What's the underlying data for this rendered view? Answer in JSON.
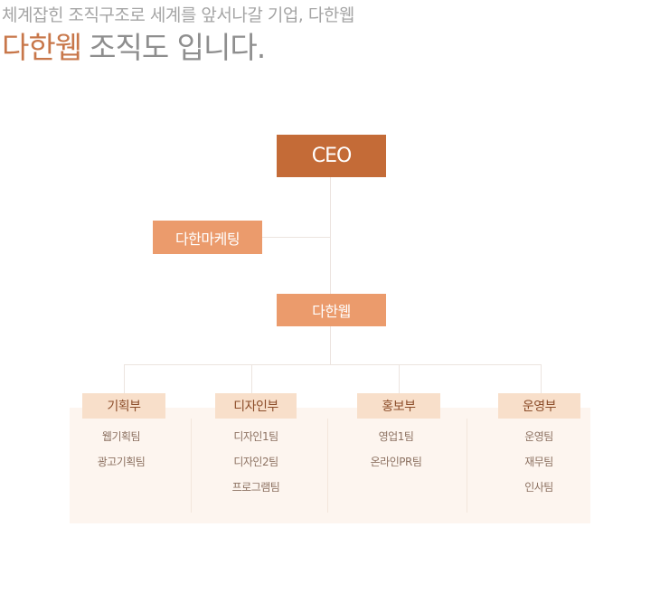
{
  "header": {
    "subtitle": "체계잡힌 조직구조로 세계를 앞서나갈 기업, 다한웹",
    "title_brand": "다한웹",
    "title_rest": "조직도 입니다."
  },
  "org": {
    "ceo": "CEO",
    "marketing": "다한마케팅",
    "company": "다한웹",
    "departments": [
      {
        "name": "기획부",
        "teams": [
          "웹기획팀",
          "광고기획팀"
        ]
      },
      {
        "name": "디자인부",
        "teams": [
          "디자인1팀",
          "디자인2팀",
          "프로그램팀"
        ]
      },
      {
        "name": "홍보부",
        "teams": [
          "영업1팀",
          "온라인PR팀"
        ]
      },
      {
        "name": "운영부",
        "teams": [
          "운영팀",
          "재무팀",
          "인사팀"
        ]
      }
    ]
  },
  "colors": {
    "ceo_box": "#c46b37",
    "mid_box": "#eb9b6c",
    "dept_head": "#f8dfca",
    "dept_panel": "#fdf5ef",
    "brand_text": "#c8774a"
  }
}
